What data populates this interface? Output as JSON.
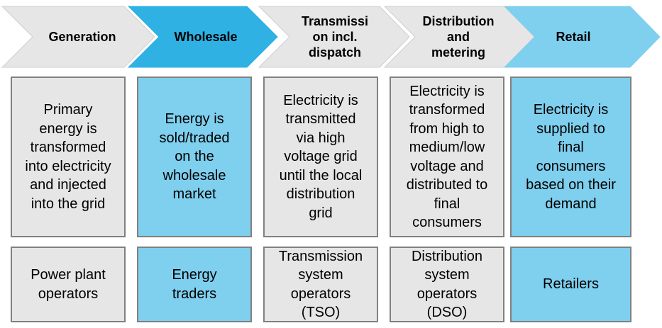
{
  "stages": [
    {
      "name": "Generation",
      "role_text": "Primary\nenergy is\ntransformed\ninto electricity\nand injected\ninto the grid",
      "actor": "Power plant\noperators",
      "fill": "#e6e6e6",
      "chevron_fill": "#e6e6e6",
      "chevron_stroke": "#cfcfcf"
    },
    {
      "name": "Wholesale",
      "role_text": "Energy is\nsold/traded\non the\nwholesale\nmarket",
      "actor": "Energy\ntraders",
      "fill": "#7fcfee",
      "chevron_fill": "#2fb1e4",
      "chevron_stroke": "#2fb1e4"
    },
    {
      "name": "Transmissi\non incl.\ndispatch",
      "role_text": "Electricity is\ntransmitted\nvia high\nvoltage grid\nuntil the local\ndistribution\ngrid",
      "actor": "Transmission\nsystem\noperators\n(TSO)",
      "fill": "#e6e6e6",
      "chevron_fill": "#e6e6e6",
      "chevron_stroke": "#cfcfcf"
    },
    {
      "name": "Distribution\nand\nmetering",
      "role_text": "Electricity is\ntransformed\nfrom high to\nmedium/low\nvoltage and\ndistributed to\nfinal\nconsumers",
      "actor": "Distribution\nsystem\noperators\n(DSO)",
      "fill": "#e6e6e6",
      "chevron_fill": "#e6e6e6",
      "chevron_stroke": "#cfcfcf"
    },
    {
      "name": "Retail",
      "role_text": "Electricity is\nsupplied to\nfinal\nconsumers\nbased on their\ndemand",
      "actor": "Retailers",
      "fill": "#7fcfee",
      "chevron_fill": "#7fcfee",
      "chevron_stroke": "#7fcfee"
    }
  ],
  "border_color": "#808080"
}
